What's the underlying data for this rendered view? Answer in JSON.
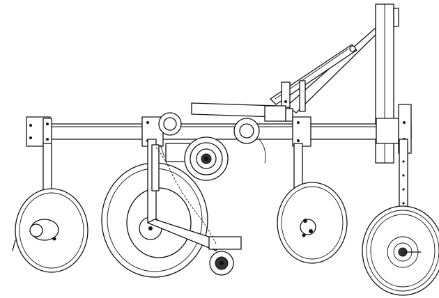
{
  "drawing": {
    "line_color": "#111111",
    "background": "#ffffff",
    "parts": [
      "main-frame-bar",
      "vertical-mast",
      "hitch-arms",
      "coulter-discs",
      "gauge-wheel",
      "drive-chain",
      "coulter-roller"
    ]
  }
}
